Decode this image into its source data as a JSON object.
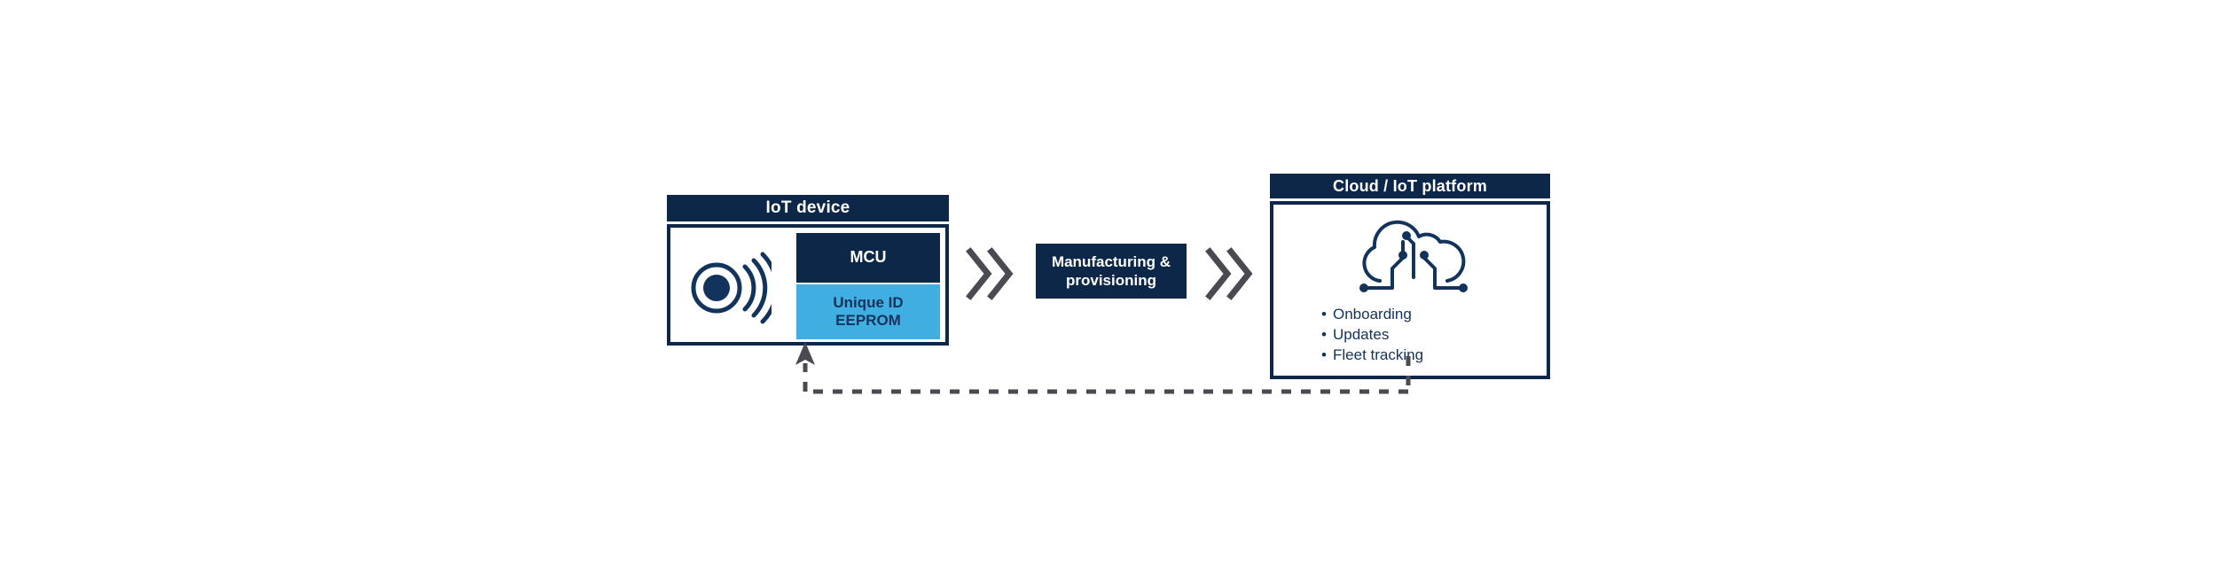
{
  "diagram": {
    "title": "IoT device provisioning and cloud onboarding flow",
    "colors": {
      "navy": "#0d2748",
      "light_blue": "#41aee2",
      "text_navy": "#12335c",
      "chevron_gray": "#4a4a52",
      "background": "#ffffff"
    }
  },
  "iot_device": {
    "header": "IoT device",
    "sensor_icon": "wireless-signal-icon",
    "blocks": [
      {
        "label": "MCU",
        "style": "navy"
      },
      {
        "label_line1": "Unique ID",
        "label_line2": "EEPROM",
        "style": "light-blue"
      }
    ]
  },
  "stage": {
    "chevron_left": "double-chevron-right-icon",
    "chevron_right": "double-chevron-right-icon",
    "mfg_line1": "Manufacturing &",
    "mfg_line2": "provisioning"
  },
  "cloud_platform": {
    "header": "Cloud / IoT platform",
    "icon": "cloud-circuit-icon",
    "bullet_char": "•",
    "bullets": [
      "Onboarding",
      "Updates",
      "Fleet tracking"
    ]
  },
  "feedback": {
    "style": "dashed",
    "direction": "cloud-to-device",
    "arrow": "up-arrow-icon"
  }
}
